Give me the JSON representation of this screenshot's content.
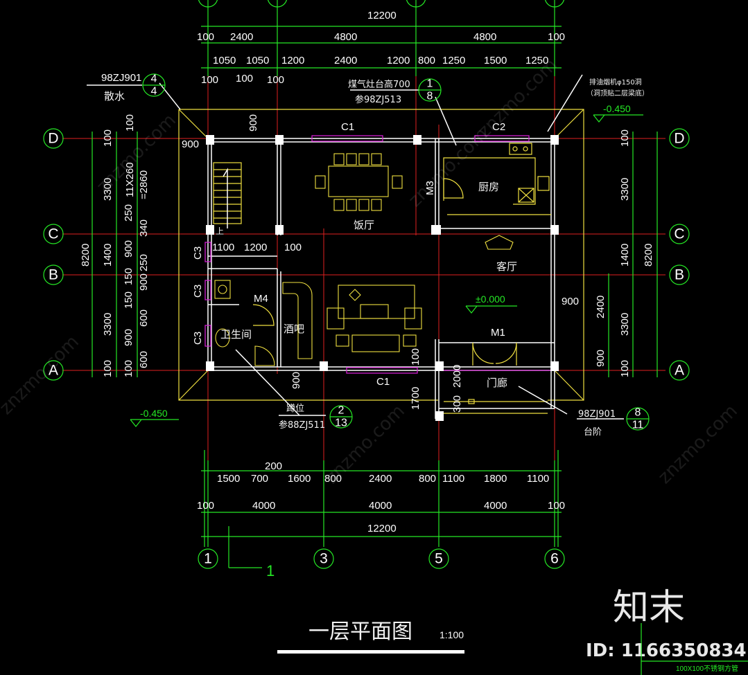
{
  "drawing": {
    "title": "一层平面图",
    "scale": "1:100",
    "corner_mark": "1",
    "top_dims": {
      "overall": "12200",
      "row2": [
        "100",
        "2400",
        "4800",
        "4800",
        "100"
      ],
      "row3": [
        "1050",
        "1050",
        "1200",
        "2400",
        "1200",
        "800",
        "1250",
        "1500",
        "1250"
      ],
      "row4": [
        "100",
        "100",
        "100"
      ]
    },
    "bottom_dims": {
      "row1": [
        "1500",
        "700",
        "1600",
        "800",
        "2400",
        "800",
        "1100",
        "1800",
        "1100"
      ],
      "row1_extra": "200",
      "row2": [
        "100",
        "4000",
        "4000",
        "4000",
        "100"
      ],
      "overall": "12200"
    },
    "left_dims": {
      "overall": "8200",
      "outer": [
        "100",
        "3300",
        "1400",
        "3300",
        "100"
      ],
      "inner": [
        "100",
        "11X260",
        "=2860",
        "250",
        "340",
        "900",
        "150",
        "900",
        "250",
        "150",
        "600",
        "900",
        "600",
        "100"
      ]
    },
    "right_dims": {
      "overall": "8200",
      "outer": [
        "100",
        "3300",
        "1400",
        "3300",
        "100"
      ],
      "inner": [
        "2400",
        "900",
        "900",
        "100"
      ]
    },
    "axes_h": [
      "D",
      "C",
      "B",
      "A"
    ],
    "axes_v": [
      "1",
      "3",
      "5",
      "6"
    ],
    "rooms": {
      "dining": "饭厅",
      "kitchen": "厨房",
      "living": "客厅",
      "bathroom": "卫生间",
      "bar": "酒吧",
      "porch": "门廊"
    },
    "openings": {
      "c1_top": "C1",
      "c2_top": "C2",
      "c1_bottom": "C1",
      "c3_1": "C3",
      "c3_2": "C3",
      "c3_3": "C3",
      "m1": "M1",
      "m3": "M3",
      "m4": "M4",
      "stair_up": "上"
    },
    "misc_dims": {
      "d900_top": "900",
      "d900_left": "900",
      "d1100": "1100",
      "d1200": "1200",
      "d100": "100",
      "d900_right": "900",
      "d900_bottom": "900",
      "d100_bottom": "100",
      "d1700": "1700",
      "d2000": "2000",
      "d300": "300"
    },
    "elevations": {
      "floor": "±0.000",
      "outside_right": "-0.450",
      "outside_left": "-0.450"
    },
    "callouts": {
      "apron": {
        "ref": "98ZJ901",
        "name": "散水",
        "num": "4",
        "den": "4"
      },
      "stove": {
        "text": "煤气灶台高700",
        "ref": "参98ZJ513",
        "num": "1",
        "den": "8"
      },
      "flue": {
        "line1": "排油烟机φ150洞",
        "line2": "（洞顶贴二层梁底）"
      },
      "squat": {
        "name": "蹲位",
        "ref": "参88ZJ511",
        "num": "2",
        "den": "13"
      },
      "steps": {
        "ref": "98ZJ901",
        "name": "台阶",
        "num": "8",
        "den": "11"
      }
    },
    "watermark": {
      "brand": "知末",
      "id_text": "ID: 1166350834",
      "site": "znzmo.com",
      "footer_note": "100X100不锈钢方管"
    },
    "colors": {
      "background": "#000000",
      "dimension": "#25e825",
      "grid": "#e02020",
      "wall": "#ffffff",
      "window": "#d020d0",
      "furniture": "#f0e040"
    }
  }
}
